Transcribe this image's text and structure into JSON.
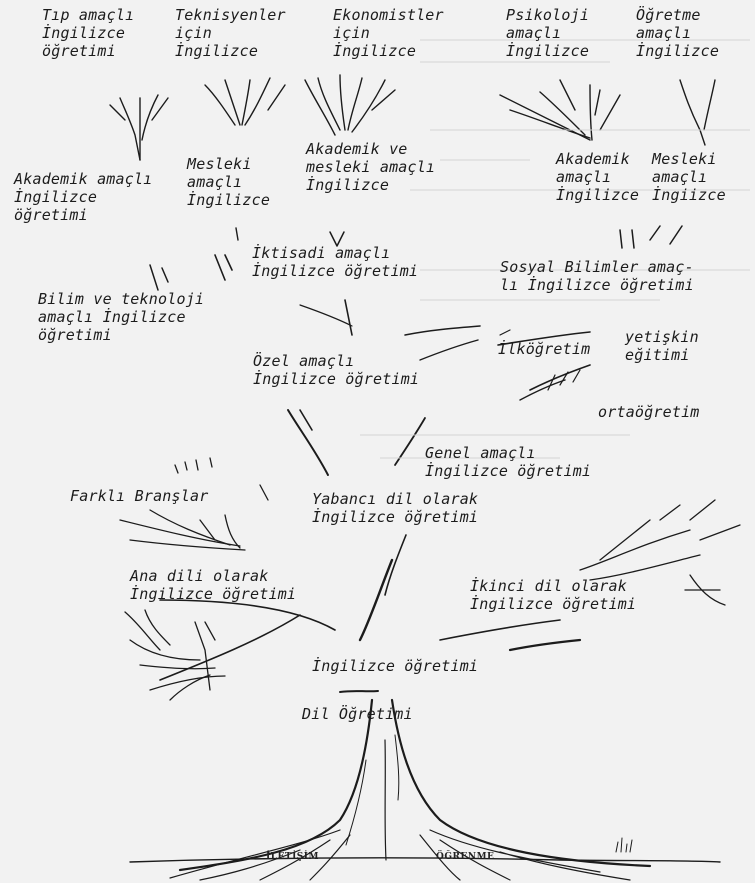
{
  "diagram": {
    "labels": {
      "tip": "Tıp amaçlı\nİngilizce\nöğretimi",
      "teknisyen": "Teknisyenler\niçin\nİngilizce",
      "ekonomist": "Ekonomistler\niçin\nİngilizce",
      "psikoloji": "Psikoloji\namaçlı\nİngilizce",
      "ogretme": "Öğretme\namaçlı\nİngilizce",
      "akademik_mesleki": "Akademik ve\nmesleki amaçlı\nİngilizce",
      "akademik_amacli_ogretimi": "Akademik amaçlı\nİngilizce\nöğretimi",
      "mesleki_amacli": "Mesleki\namaçlı\nİngilizce",
      "akademik_right": "Akademik\namaçlı\nİngilizce",
      "mesleki_right": "Mesleki\namaçlı\nİngiizce",
      "iktisadi": "İktisadi amaçlı\nİngilizce öğretimi",
      "sosyal": "Sosyal Bilimler amaç-\nlı İngilizce öğretimi",
      "bilim_teknoloji": "Bilim ve teknoloji\namaçlı İngilizce\nöğretimi",
      "ilkogretim": "İlköğretim",
      "yetiskin": "yetişkin\neğitimi",
      "ozel": "Özel amaçlı\nİngilizce öğretimi",
      "ortaogretim": "ortaöğretim",
      "genel": "Genel amaçlı\nİngilizce öğretimi",
      "farkli": "Farklı Branşlar",
      "yabanci": "Yabancı dil olarak\nİngilizce öğretimi",
      "ana_dili": "Ana dili olarak\nİngilizce öğretimi",
      "ikinci_dil": "İkinci dil olarak\nİngilizce öğretimi",
      "ingilizce": "İngilizce öğretimi",
      "dil": "Dil Öğretimi"
    },
    "roots": {
      "iletisim": "İLETİŞİM",
      "ogrenme": "ÖĞRENME"
    }
  },
  "colors": {
    "ink": "#1c1c1c",
    "paper": "#f2f2f2"
  }
}
